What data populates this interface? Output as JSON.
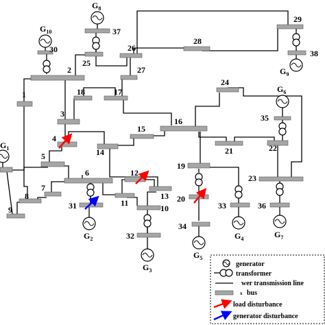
{
  "bus_labels": {
    "b1": "1",
    "b2": "2",
    "b3": "3",
    "b4": "4",
    "b5": "5",
    "b6": "6",
    "b7": "7",
    "b8": "8",
    "b9": "9",
    "b10": "10",
    "b11": "11",
    "b12": "12",
    "b13": "13",
    "b14": "14",
    "b15": "15",
    "b16": "16",
    "b17": "17",
    "b18": "18",
    "b19": "19",
    "b20": "20",
    "b21": "21",
    "b22": "22",
    "b23": "23",
    "b24": "24",
    "b25": "25",
    "b26": "26",
    "b27": "27",
    "b28": "28",
    "b29": "29",
    "b30": "30",
    "b31": "31",
    "b32": "32",
    "b33": "33",
    "b34": "34",
    "b35": "35",
    "b36": "36",
    "b37": "37",
    "b38": "38"
  },
  "generators": {
    "g1": {
      "letter": "G",
      "sub": "1"
    },
    "g2": {
      "letter": "G",
      "sub": "2"
    },
    "g3": {
      "letter": "G",
      "sub": "3"
    },
    "g4": {
      "letter": "G",
      "sub": "4"
    },
    "g5": {
      "letter": "G",
      "sub": "5"
    },
    "g6": {
      "letter": "G",
      "sub": "6"
    },
    "g7": {
      "letter": "G",
      "sub": "7"
    },
    "g8": {
      "letter": "G",
      "sub": "8"
    },
    "g9": {
      "letter": "G",
      "sub": "9"
    },
    "g10": {
      "letter": "G",
      "sub": "10"
    }
  },
  "legend": {
    "generator": "generator",
    "transformer": "transformer",
    "line": "wer transmission line",
    "bus_marker": "x",
    "bus": "bus",
    "load_disturbance": "load disturbance",
    "generator_disturbance": "generator disturbance"
  },
  "colors": {
    "load_disturbance": "#ff0000",
    "generator_disturbance": "#0000ff",
    "bus_fill": "#a6a6a6",
    "line": "#000000"
  },
  "icons": {
    "generator": "sine-in-circle-icon",
    "transformer": "double-circle-icon",
    "disturbance": "arrow-icon"
  }
}
